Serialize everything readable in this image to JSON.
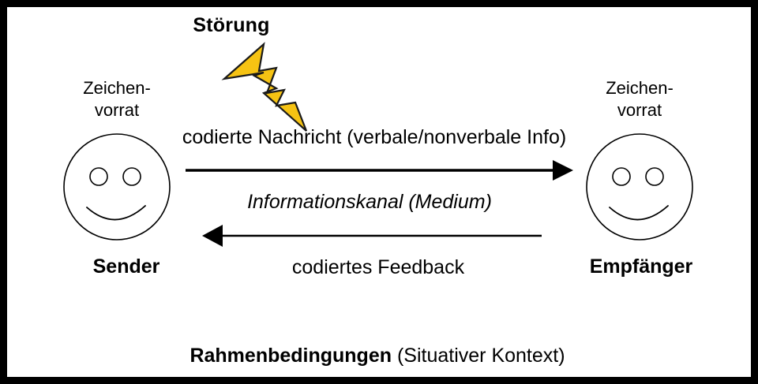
{
  "diagram": {
    "title_caption_bold": "Rahmenbedingungen",
    "title_caption_rest": " (Situativer Kontext)",
    "disturbance": {
      "label": "Störung",
      "icon": "lightning-bolt-icon",
      "color": "#F6C313",
      "outline_color": "#1a1a1a"
    },
    "sender": {
      "stock_line1": "Zeichen-",
      "stock_line2": "vorrat",
      "role_label": "Sender",
      "icon": "smiley-face-icon"
    },
    "receiver": {
      "stock_line1": "Zeichen-",
      "stock_line2": "vorrat",
      "role_label": "Empfänger",
      "icon": "smiley-face-icon"
    },
    "channels": {
      "forward_label": "codierte Nachricht (verbale/nonverbale Info)",
      "medium_label": "Informationskanal (Medium)",
      "feedback_label": "codiertes Feedback"
    },
    "colors": {
      "stroke": "#000000",
      "background": "#ffffff",
      "accent": "#F6C313"
    }
  }
}
